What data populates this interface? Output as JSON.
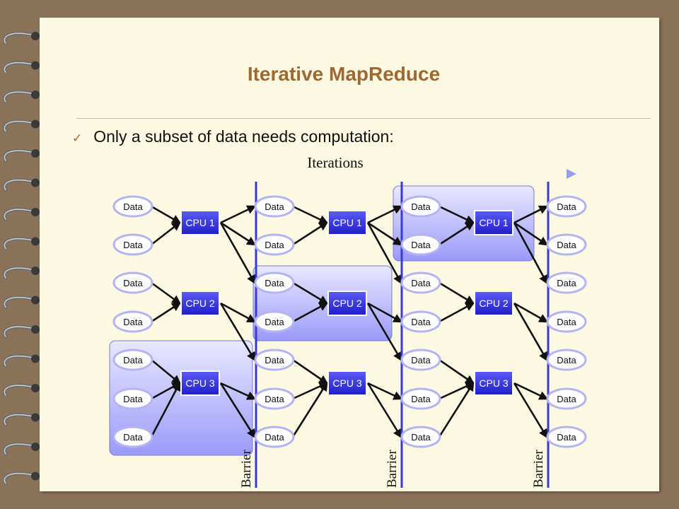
{
  "slide": {
    "title": "Iterative MapReduce",
    "bullet": "Only a subset of data needs computation:"
  },
  "diagram": {
    "iterations_label": "Iterations",
    "barrier_label": "Barrier",
    "data_label": "Data",
    "cpu_labels": [
      "CPU 1",
      "CPU 2",
      "CPU 3"
    ],
    "colors": {
      "accent_title": "#9e6832",
      "cpu_fill": "#3232e0",
      "barrier": "#3a3ad2",
      "highlight_fill": "#b4b4ff",
      "arrow": "#111111"
    }
  }
}
